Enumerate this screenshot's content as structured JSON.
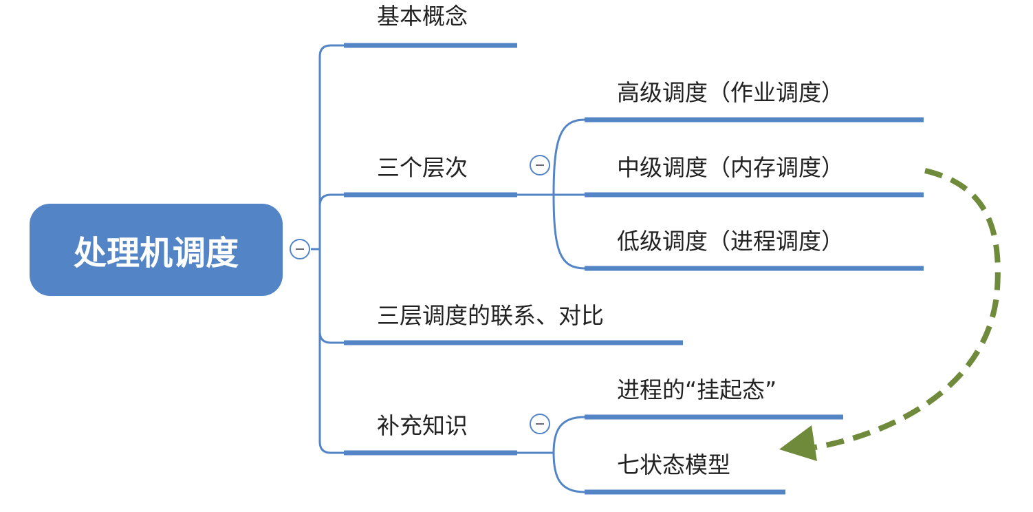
{
  "root": {
    "label": "处理机调度"
  },
  "branches": [
    {
      "label": "基本概念"
    },
    {
      "label": "三个层次",
      "children": [
        {
          "label": "高级调度（作业调度）"
        },
        {
          "label": "中级调度（内存调度）"
        },
        {
          "label": "低级调度（进程调度）"
        }
      ]
    },
    {
      "label": "三层调度的联系、对比"
    },
    {
      "label": "补充知识",
      "children": [
        {
          "label": "进程的“挂起态”"
        },
        {
          "label": "七状态模型"
        }
      ]
    }
  ],
  "colors": {
    "node": "#5384c6",
    "annotation_arrow": "#6e8a3a"
  }
}
